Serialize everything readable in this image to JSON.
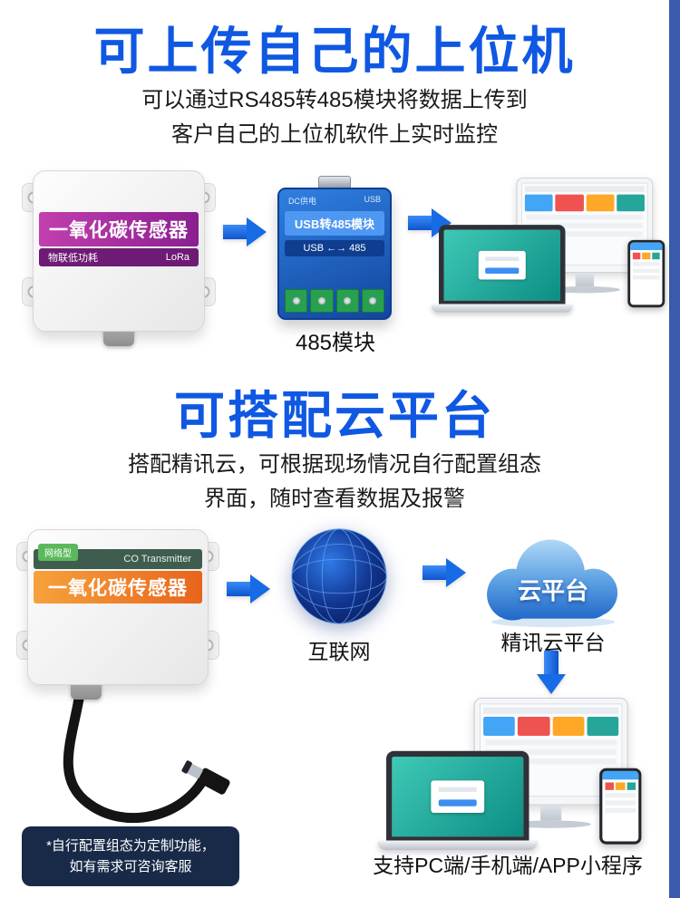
{
  "theme": {
    "accent_blue": "#0f58e2",
    "arrow_blue": "#176be4",
    "sidebar_blue": "#3b5cad",
    "badge_navy": "#182a47",
    "sensor1_band": "#a6268f",
    "sensor2_band": "#ee7a28"
  },
  "section_upload": {
    "title": "可上传自己的上位机",
    "subtitle": [
      "可以通过RS485转485模块将数据上传到",
      "客户自己的上位机软件上实时监控"
    ],
    "sensor": {
      "name": "一氧化碳传感器",
      "tag_left": "物联低功耗",
      "tag_right": "LoRa"
    },
    "module": {
      "top_left": "DC供电",
      "top_right": "USB",
      "name": "USB转485模块",
      "io": "USB ←→ 485",
      "caption": "485模块"
    }
  },
  "section_cloud": {
    "title": "可搭配云平台",
    "subtitle": [
      "搭配精讯云，可根据现场情况自行配置组态",
      "界面，随时查看数据及报警"
    ],
    "sensor": {
      "type_tag": "网络型",
      "band_en": "CO Transmitter",
      "name": "一氧化碳传感器"
    },
    "internet_label": "互联网",
    "cloud_text": "云平台",
    "cloud_caption": "精讯云平台",
    "devices_caption": "支持PC端/手机端/APP小程序",
    "footnote": [
      "*自行配置组态为定制功能，",
      "如有需求可咨询客服"
    ]
  }
}
